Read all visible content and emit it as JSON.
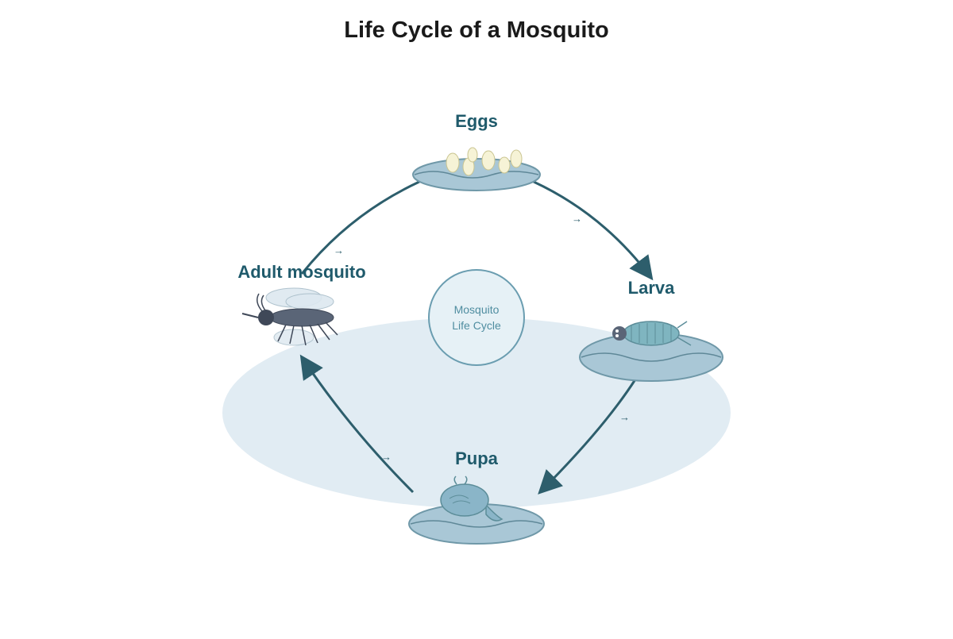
{
  "title": "Life Cycle of a Mosquito",
  "center": {
    "line1": "Mosquito",
    "line2": "Life Cycle"
  },
  "stages": {
    "eggs": "Eggs",
    "larva": "Larva",
    "pupa": "Pupa",
    "adult": "Adult mosquito"
  },
  "transition_glyph": "→",
  "colors": {
    "title": "#1a1a1a",
    "label": "#1f5a6b",
    "arrow": "#2d5e6c",
    "water": "#a9c7d6",
    "water_stroke": "#6f98a8",
    "pond": "#e1ecf3",
    "egg": "#f6f3d6",
    "larva_body": "#7fb5c0",
    "pupa_body": "#8ab5c8",
    "mosquito_body": "#5a6577",
    "wing": "#dde8f0"
  }
}
